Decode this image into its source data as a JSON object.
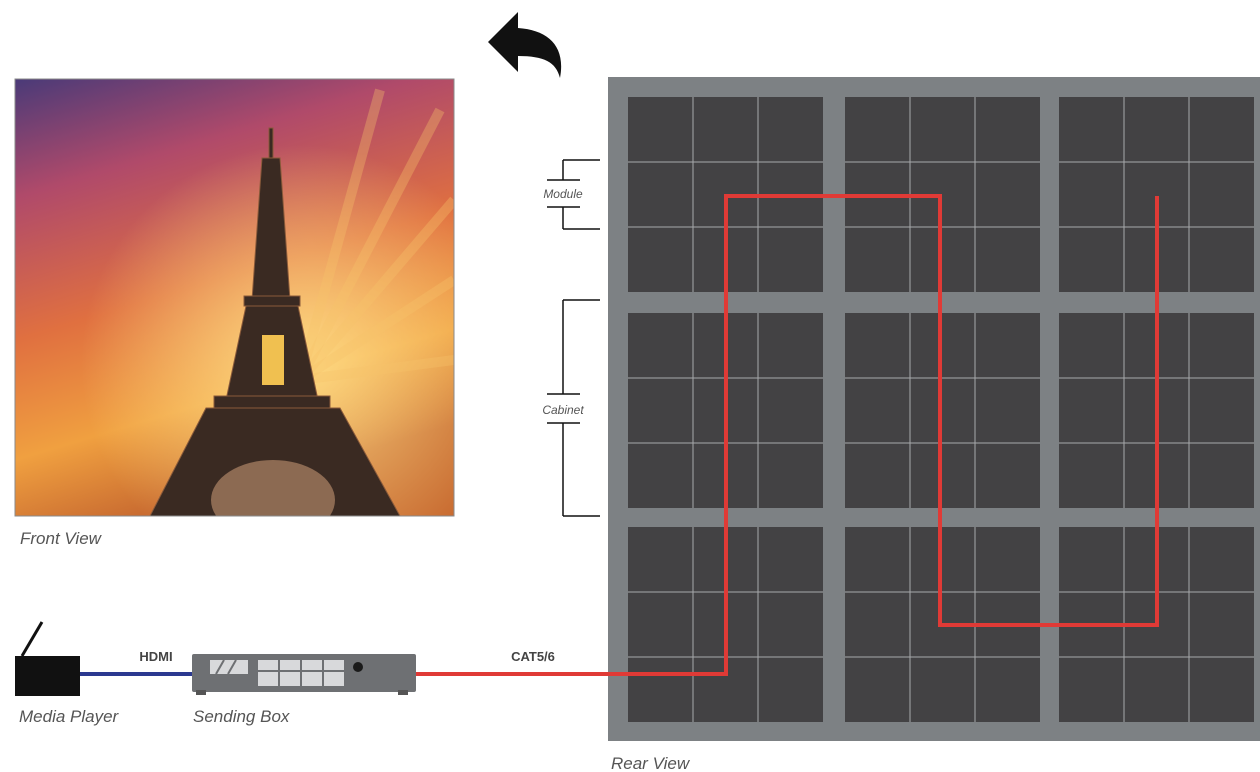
{
  "labels": {
    "front_view": "Front  View",
    "rear_view": "Rear View",
    "module": "Module",
    "cabinet": "Cabinet",
    "media_player": "Media Player",
    "sending_box": "Sending Box",
    "hdmi": "HDMI",
    "cat": "CAT5/6"
  },
  "wall": {
    "cabinet_rows": 3,
    "cabinet_cols": 3,
    "module_rows": 3,
    "module_cols": 3
  },
  "colors": {
    "frame": "#7d8184",
    "module": "#434244",
    "grid_line": "#a7a9ab",
    "signal_cable": "#e03a36",
    "hdmi_cable": "#2b3990",
    "text": "#555555"
  },
  "icons": [
    "rotate-arrow-icon",
    "eiffel-tower-image",
    "media-player-icon",
    "sending-box-icon"
  ]
}
